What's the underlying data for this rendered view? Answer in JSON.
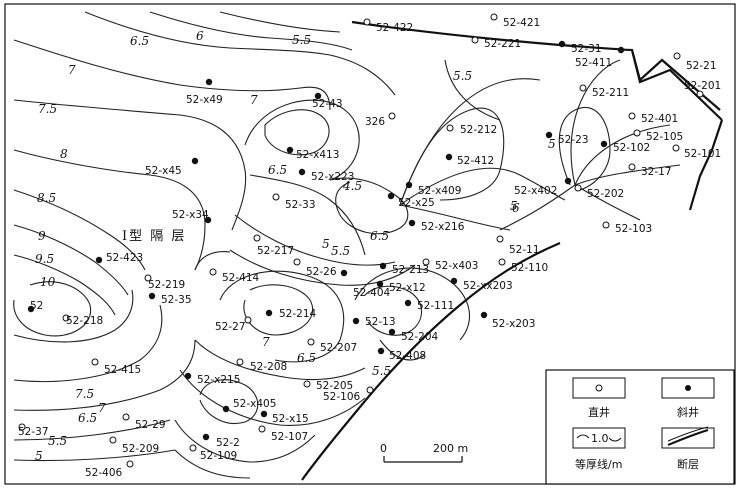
{
  "map": {
    "zone_label": "Ⅰ型 隔 层",
    "scale": {
      "zero": "0",
      "distance": "200 m"
    },
    "legend": {
      "vertical_well": "直井",
      "deviated_well": "斜井",
      "isopach": "等厚线/m",
      "isopach_sample": "1.0",
      "fault": "断层"
    },
    "contour_labels": [
      "6.5",
      "6",
      "5.5",
      "7",
      "7.5",
      "8",
      "8.5",
      "9",
      "9.5",
      "10",
      "7",
      "5.5",
      "6.5",
      "4.5",
      "5",
      "5.5",
      "6.5",
      "5",
      "7",
      "6.5",
      "5.5",
      "7.5",
      "7",
      "6.5",
      "5.5",
      "5",
      "6",
      "5"
    ],
    "wells": [
      {
        "name": "52-422",
        "type": "vertical"
      },
      {
        "name": "52-421",
        "type": "vertical"
      },
      {
        "name": "52-221",
        "type": "vertical"
      },
      {
        "name": "52-31",
        "type": "deviated"
      },
      {
        "name": "52-411",
        "type": "deviated"
      },
      {
        "name": "52-21",
        "type": "vertical"
      },
      {
        "name": "52-201",
        "type": "vertical"
      },
      {
        "name": "52-211",
        "type": "vertical"
      },
      {
        "name": "52-x49",
        "type": "deviated"
      },
      {
        "name": "52-43",
        "type": "deviated"
      },
      {
        "name": "326",
        "type": "vertical"
      },
      {
        "name": "52-212",
        "type": "vertical"
      },
      {
        "name": "52-401",
        "type": "vertical"
      },
      {
        "name": "52-105",
        "type": "vertical"
      },
      {
        "name": "52-23",
        "type": "deviated"
      },
      {
        "name": "52-102",
        "type": "deviated"
      },
      {
        "name": "52-101",
        "type": "vertical"
      },
      {
        "name": "52-x413",
        "type": "deviated"
      },
      {
        "name": "52-412",
        "type": "deviated"
      },
      {
        "name": "32-17",
        "type": "vertical"
      },
      {
        "name": "52-x45",
        "type": "deviated"
      },
      {
        "name": "52-x223",
        "type": "deviated"
      },
      {
        "name": "52-x409",
        "type": "deviated"
      },
      {
        "name": "52-x402",
        "type": "deviated"
      },
      {
        "name": "52-202",
        "type": "vertical"
      },
      {
        "name": "52-33",
        "type": "vertical"
      },
      {
        "name": "52-x25",
        "type": "deviated"
      },
      {
        "name": "52-x34",
        "type": "deviated"
      },
      {
        "name": "52-x216",
        "type": "deviated"
      },
      {
        "name": "52-103",
        "type": "vertical"
      },
      {
        "name": "52-217",
        "type": "vertical"
      },
      {
        "name": "52-11",
        "type": "vertical"
      },
      {
        "name": "52-423",
        "type": "deviated"
      },
      {
        "name": "52-26",
        "type": "vertical"
      },
      {
        "name": "52-213",
        "type": "deviated"
      },
      {
        "name": "52-x403",
        "type": "vertical"
      },
      {
        "name": "52-110",
        "type": "vertical"
      },
      {
        "name": "52-219",
        "type": "vertical"
      },
      {
        "name": "52-414",
        "type": "vertical"
      },
      {
        "name": "52-x12",
        "type": "deviated"
      },
      {
        "name": "52-xx203",
        "type": "deviated"
      },
      {
        "name": "52-35",
        "type": "deviated"
      },
      {
        "name": "52-404",
        "type": "deviated"
      },
      {
        "name": "52",
        "type": "deviated"
      },
      {
        "name": "52-218",
        "type": "vertical"
      },
      {
        "name": "52-111",
        "type": "deviated"
      },
      {
        "name": "52-x203",
        "type": "deviated"
      },
      {
        "name": "52-214",
        "type": "deviated"
      },
      {
        "name": "52-27",
        "type": "vertical"
      },
      {
        "name": "52-13",
        "type": "deviated"
      },
      {
        "name": "52-204",
        "type": "deviated"
      },
      {
        "name": "52-207",
        "type": "vertical"
      },
      {
        "name": "52-408",
        "type": "deviated"
      },
      {
        "name": "52-208",
        "type": "vertical"
      },
      {
        "name": "52-415",
        "type": "vertical"
      },
      {
        "name": "52-x215",
        "type": "deviated"
      },
      {
        "name": "52-205",
        "type": "vertical"
      },
      {
        "name": "52-106",
        "type": "vertical"
      },
      {
        "name": "52-x405",
        "type": "deviated"
      },
      {
        "name": "52-x15",
        "type": "deviated"
      },
      {
        "name": "52-29",
        "type": "vertical"
      },
      {
        "name": "52-37",
        "type": "vertical"
      },
      {
        "name": "52-107",
        "type": "vertical"
      },
      {
        "name": "52-209",
        "type": "vertical"
      },
      {
        "name": "52-2",
        "type": "deviated"
      },
      {
        "name": "52-109",
        "type": "vertical"
      },
      {
        "name": "52-406",
        "type": "vertical"
      }
    ]
  }
}
